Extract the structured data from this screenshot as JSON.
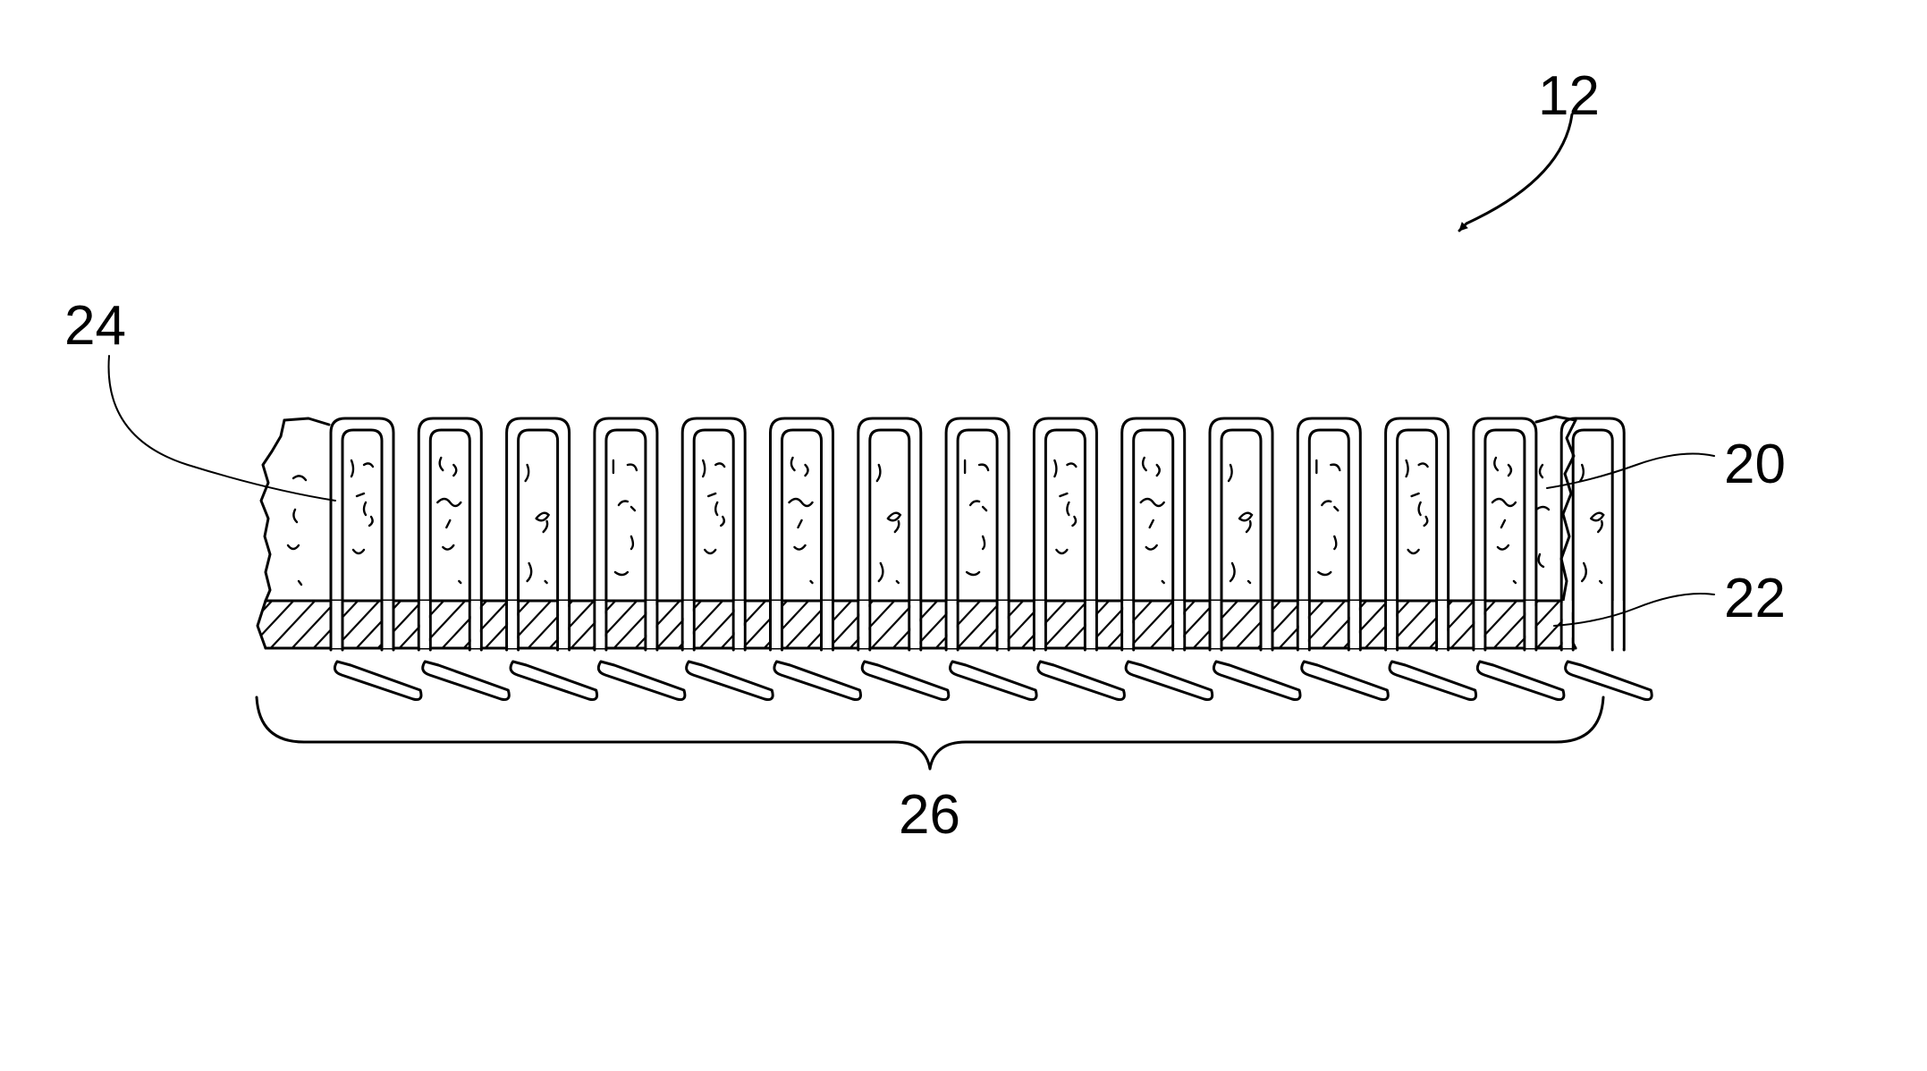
{
  "figure": {
    "labels": {
      "assembly": "12",
      "pile_yarn": "24",
      "face_fibers": "20",
      "backing": "22",
      "bracket": "26"
    }
  }
}
